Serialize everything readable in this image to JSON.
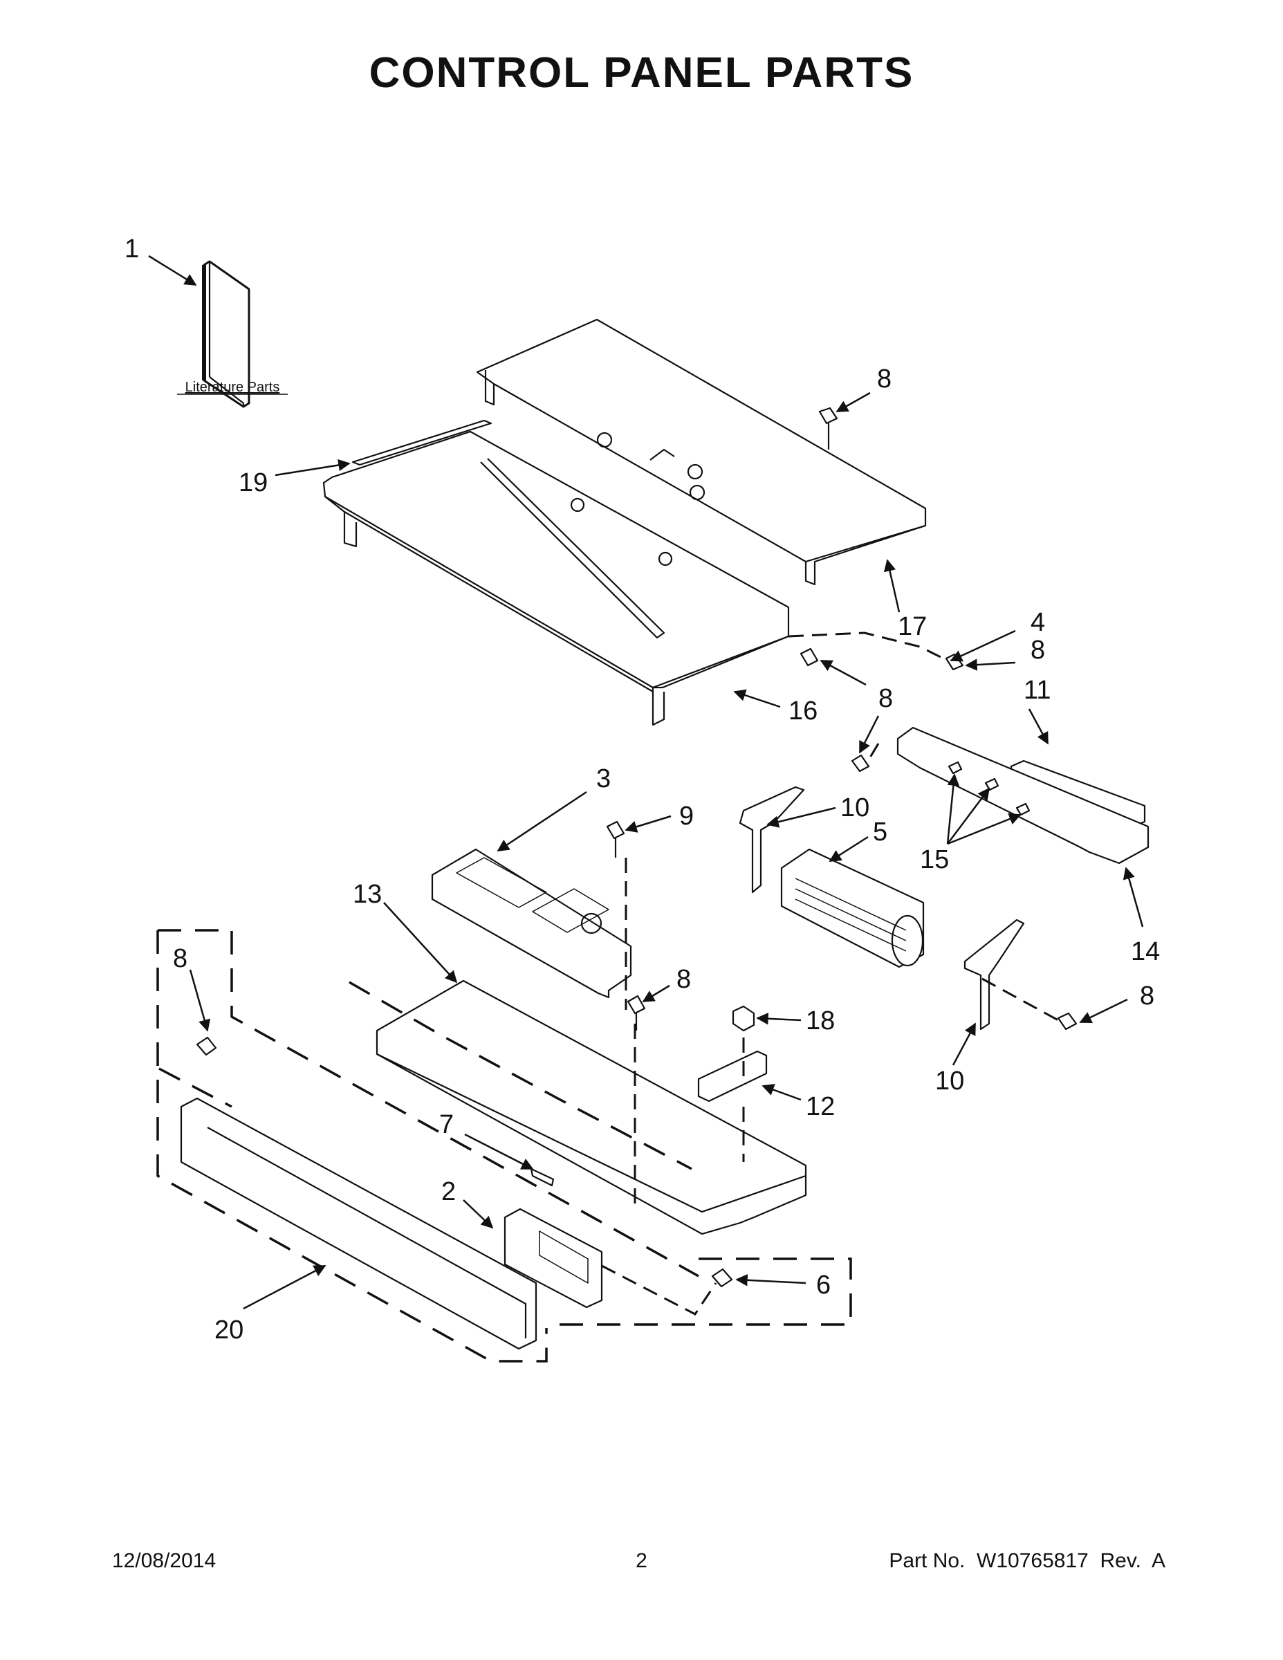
{
  "title": "CONTROL PANEL PARTS",
  "literature_caption": "Literature Parts",
  "callouts": {
    "c1": "1",
    "c2": "2",
    "c3": "3",
    "c4": "4",
    "c5": "5",
    "c6": "6",
    "c7": "7",
    "c8a": "8",
    "c8b": "8",
    "c8c": "8",
    "c8d": "8",
    "c8e": "8",
    "c8f": "8",
    "c9": "9",
    "c10a": "10",
    "c10b": "10",
    "c11": "11",
    "c12": "12",
    "c13": "13",
    "c14": "14",
    "c15": "15",
    "c16": "16",
    "c17": "17",
    "c18": "18",
    "c19": "19",
    "c20": "20"
  },
  "footer": {
    "date": "12/08/2014",
    "page": "2",
    "part_number": "Part No.  W10765817  Rev.  A"
  }
}
